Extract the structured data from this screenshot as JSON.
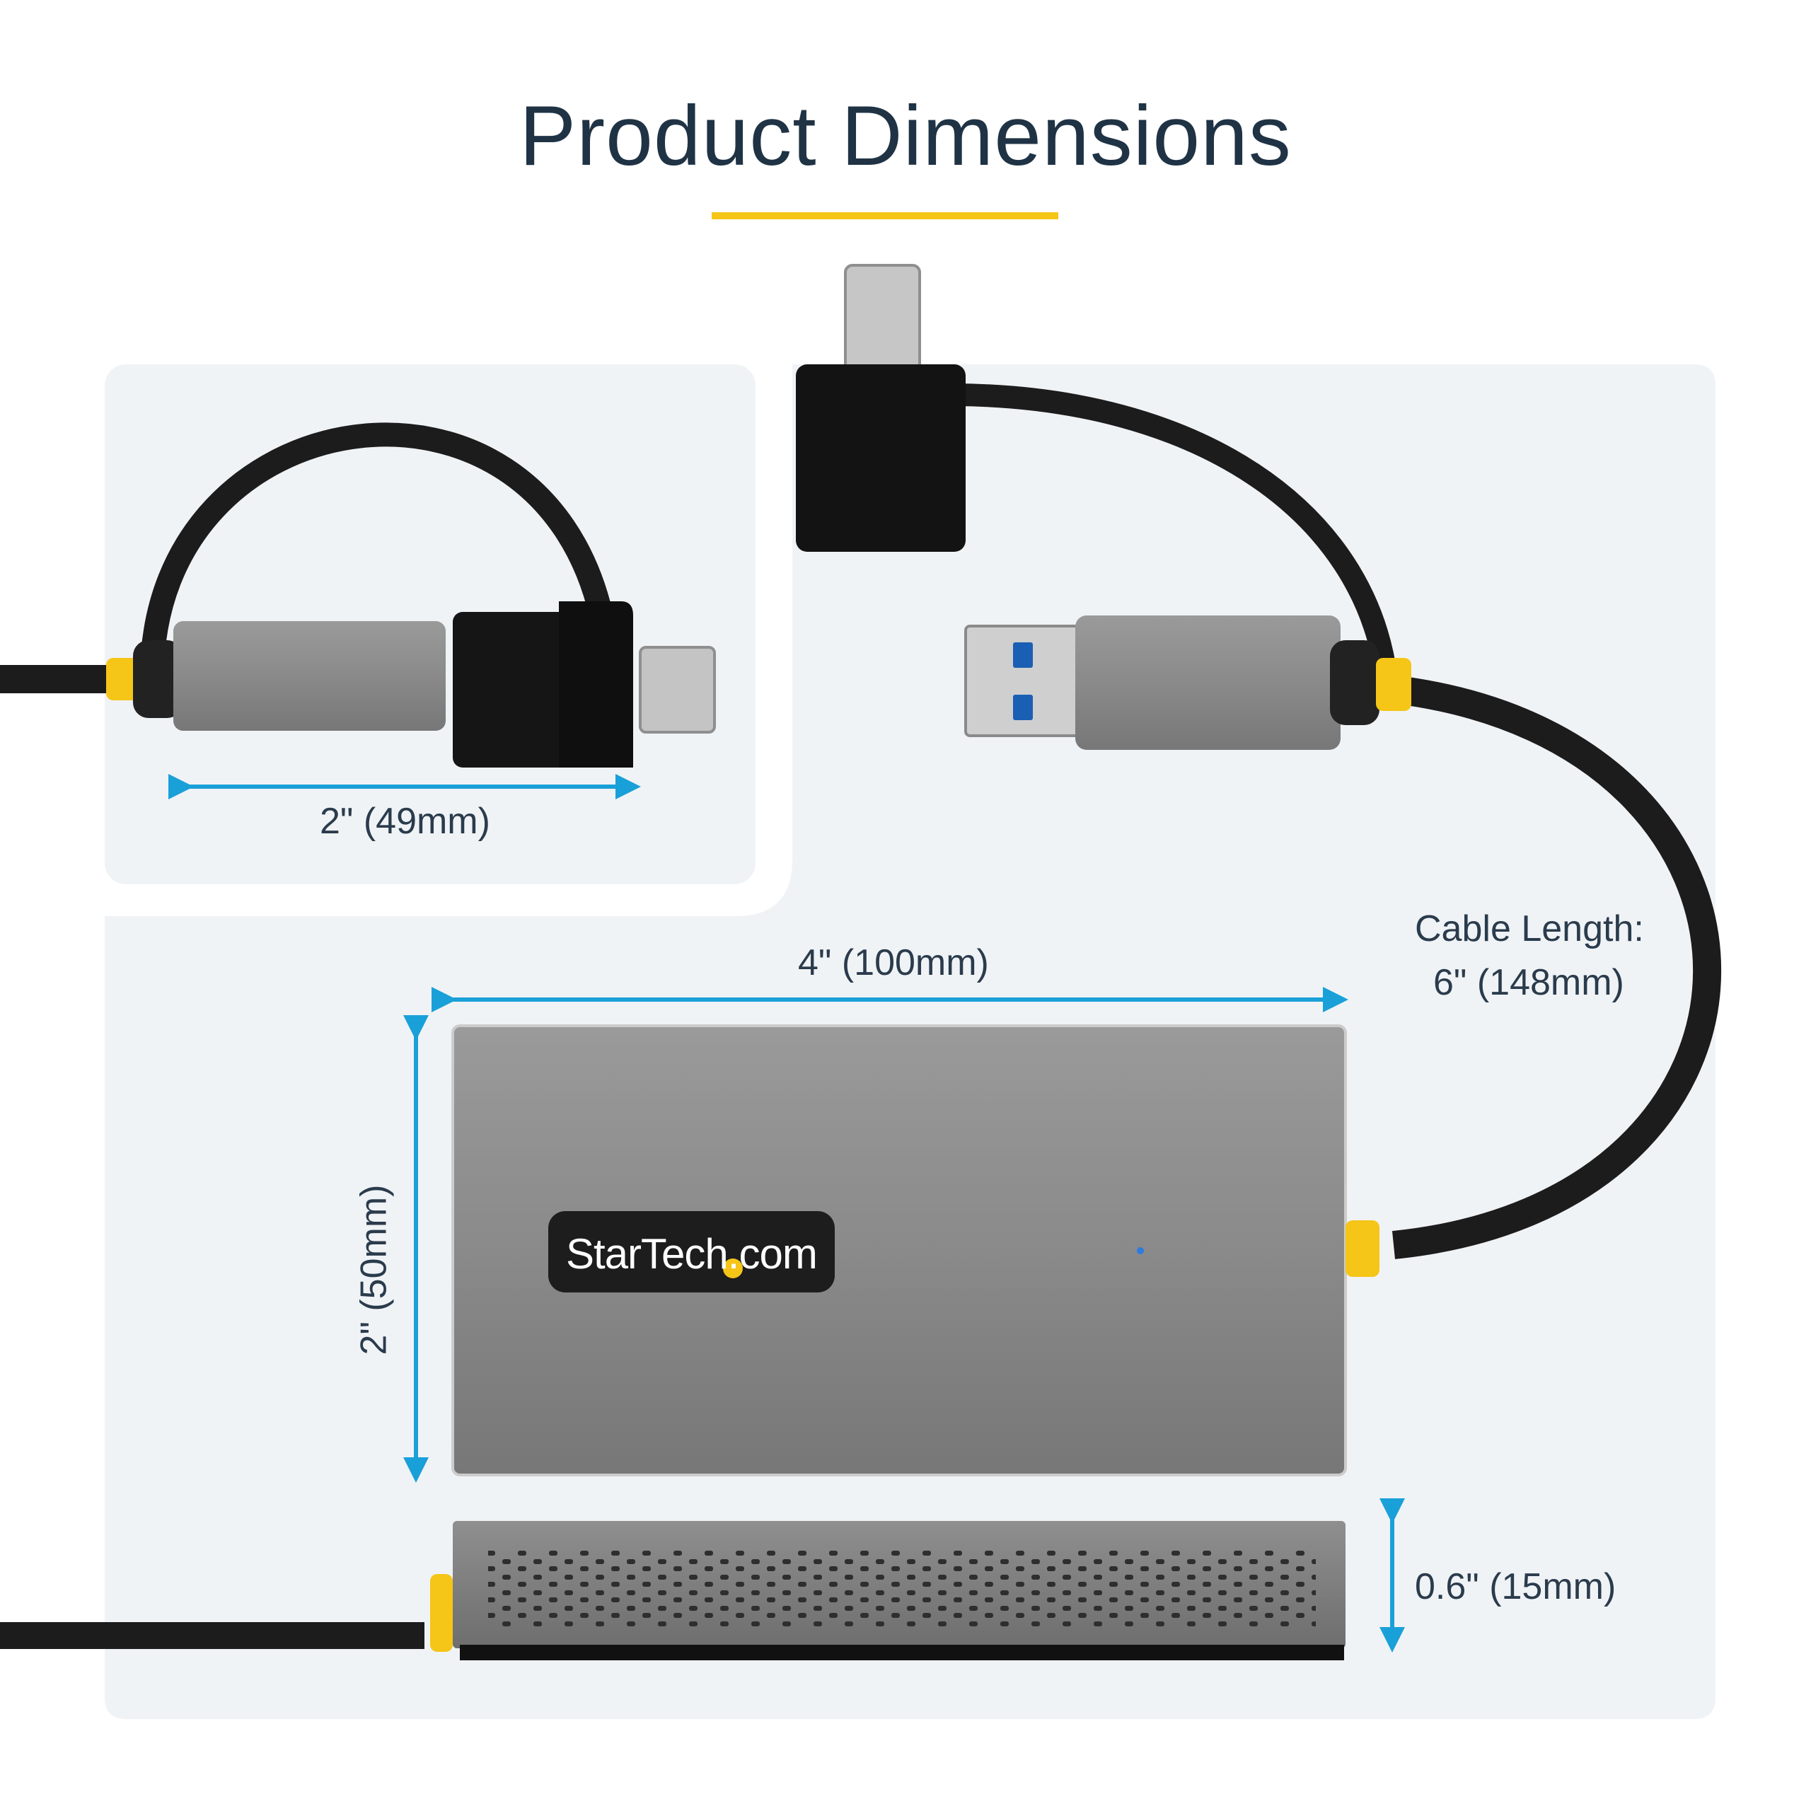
{
  "title": "Product Dimensions",
  "logo": {
    "brand": "StarTech.com"
  },
  "dimensions": {
    "adapter_length": "2\" (49mm)",
    "hub_width": "4\" (100mm)",
    "hub_depth": "2\" (50mm)",
    "hub_height": "0.6\" (15mm)",
    "cable_length_label": "Cable Length:",
    "cable_length_value": "6\" (148mm)"
  },
  "colors": {
    "accent": "#f5c518",
    "arrow": "#1aa0d8",
    "panel": "#f0f3f6",
    "housing": "#8e8e8e",
    "cable": "#1c1c1c",
    "title": "#1f3345"
  }
}
